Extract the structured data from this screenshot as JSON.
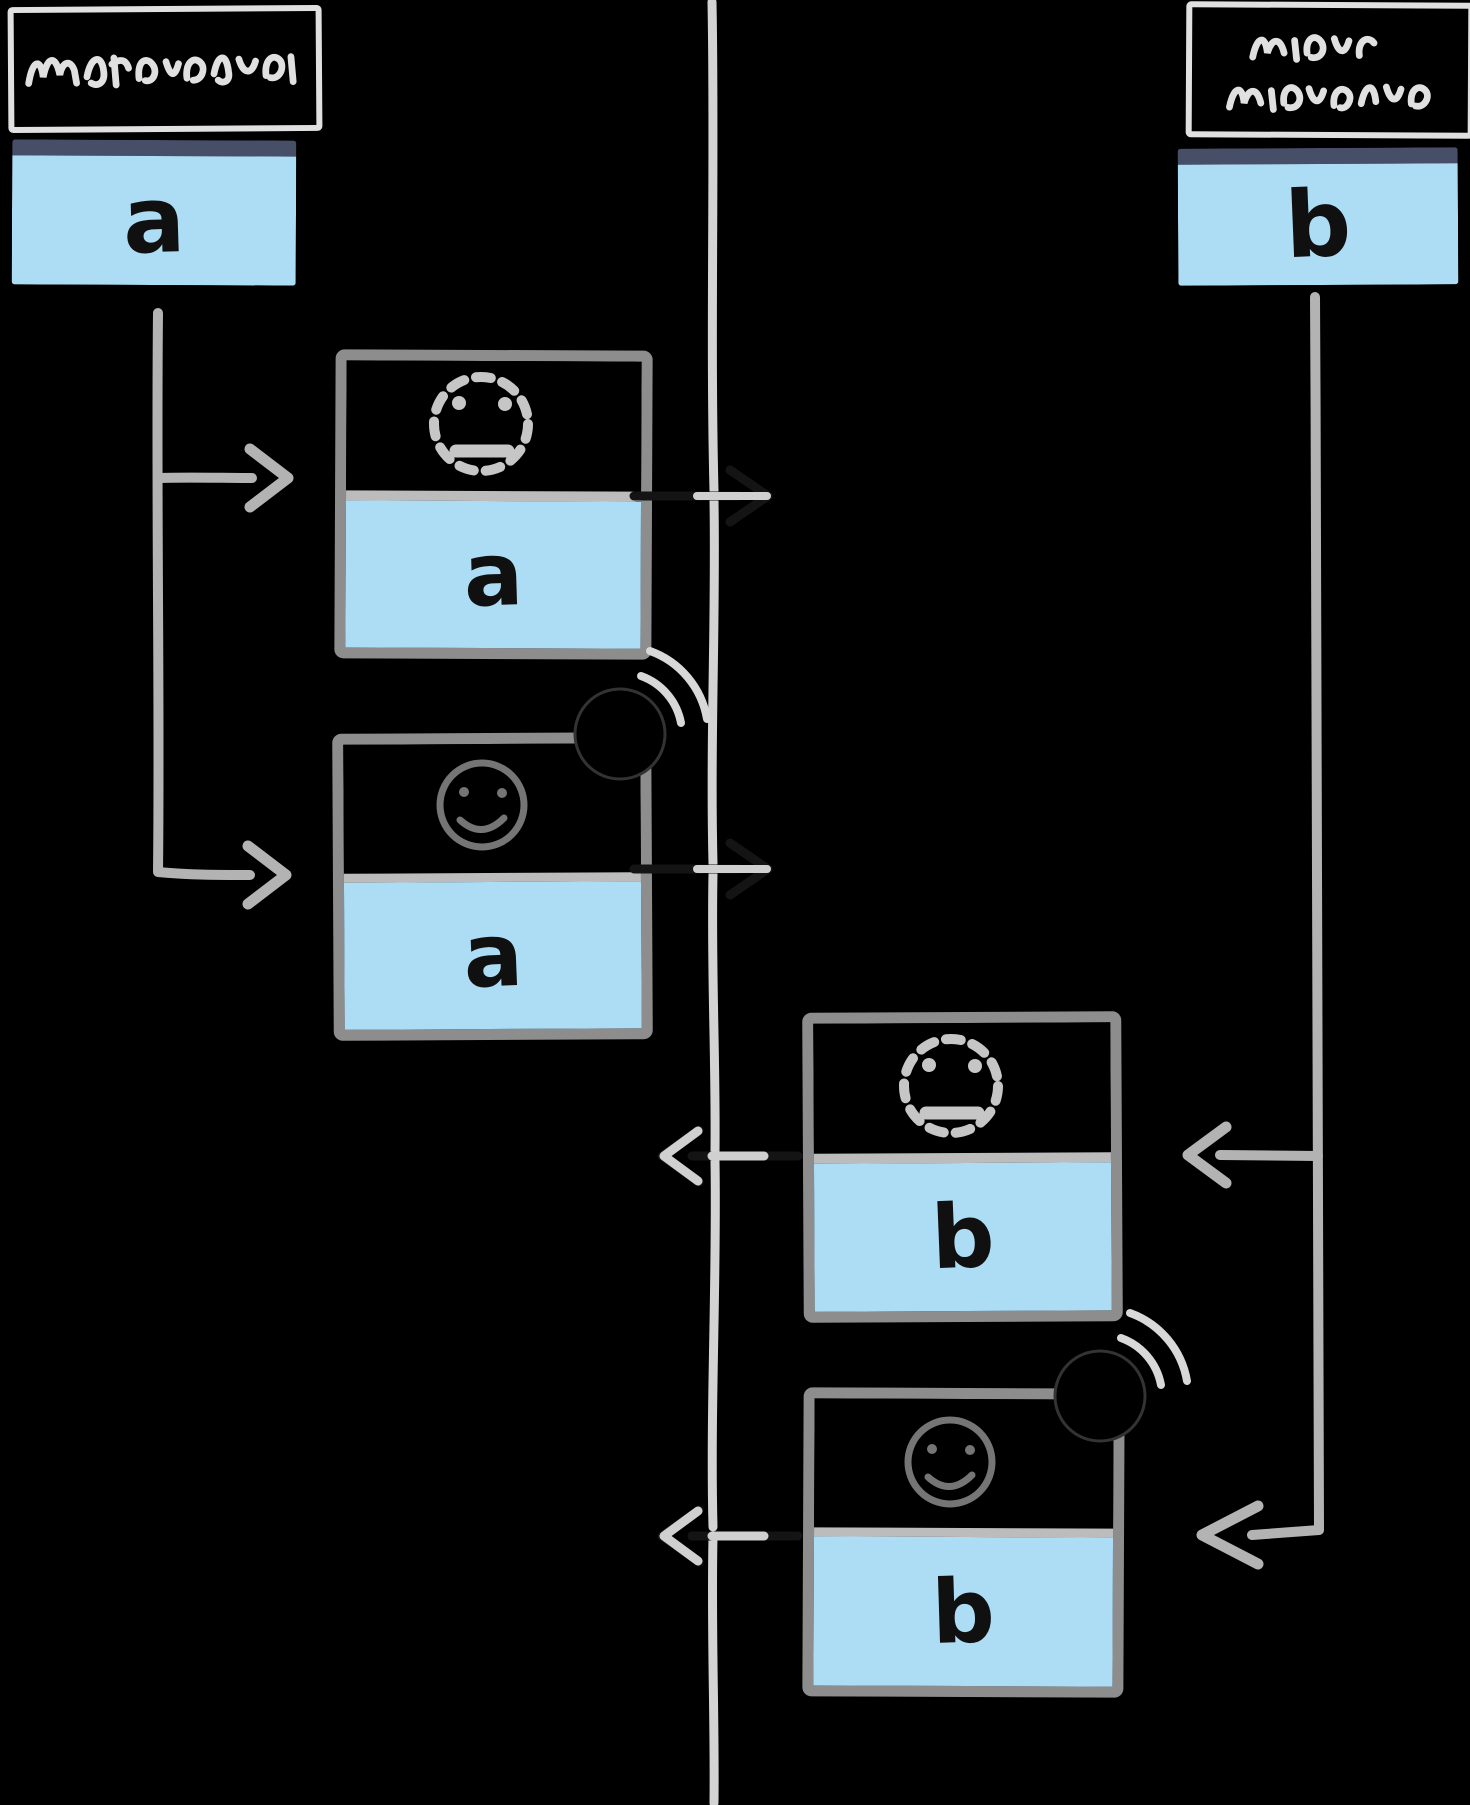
{
  "diagram": {
    "background_color": "#000000",
    "left_page": {
      "title": "(illegible handwriting)",
      "tab_label": "a"
    },
    "right_page": {
      "title_line1": "(illegible handwriting)",
      "title_line2": "(illegible handwriting)",
      "tab_label": "b"
    },
    "workers": [
      {
        "id": "worker-a-installing",
        "face": "dashed-pending-face",
        "label": "a"
      },
      {
        "id": "worker-a-active",
        "face": "faint-face",
        "badge": "broadcast-waves",
        "label": "a"
      },
      {
        "id": "worker-b-installing",
        "face": "dashed-pending-face",
        "label": "b"
      },
      {
        "id": "worker-b-active",
        "face": "faint-face",
        "badge": "broadcast-waves",
        "label": "b"
      }
    ],
    "timeline": {
      "name": "center-timeline",
      "color": "#d3d3d3"
    },
    "colors": {
      "tab_blue": "#addcf5",
      "tab_titlebar_navy": "#474e68",
      "worker_border_gray": "#8d8d8d",
      "divider_gray": "#bcbcbc",
      "dashed_face_gray": "#c6c6c6",
      "faint_face_gray": "#757575",
      "connector_gray": "#b3b3b3",
      "title_stroke": "#e0e0e0",
      "letter_black": "#101010"
    }
  }
}
